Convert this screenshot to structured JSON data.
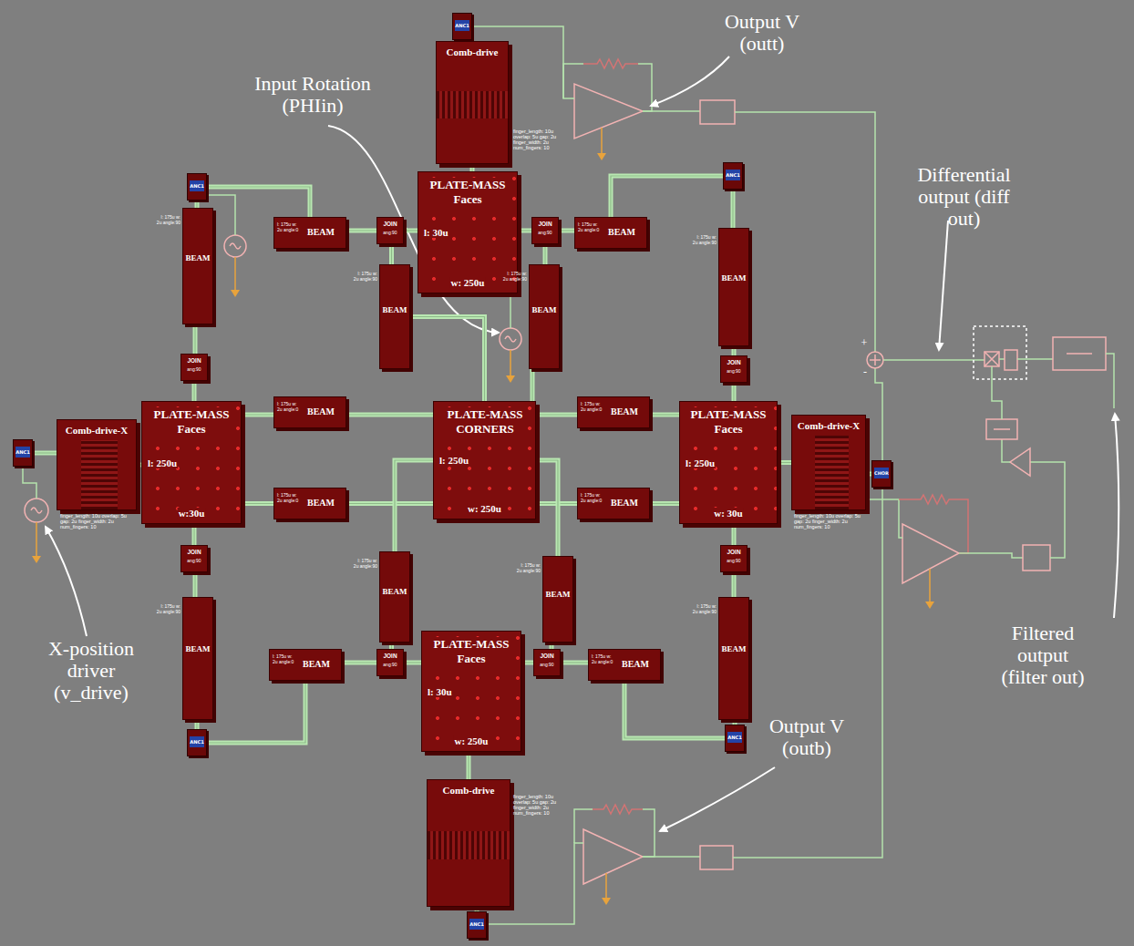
{
  "diagram": {
    "nodes": [
      {
        "text": [
          "ANC1"
        ]
      },
      {
        "text": [
          "Comb-drive",
          "finger_length: 10u overlap: 5u gap: 2u finger_width: 2u num_fingers: 10"
        ]
      },
      {
        "text": [
          "ANC1"
        ]
      },
      {
        "text": [
          "l: 175u w: 2u angle:0",
          "BEAM"
        ]
      },
      {
        "text": [
          "JOIN",
          "ang:90"
        ]
      },
      {
        "text": [
          "PLATE-MASS Faces",
          "l: 30u",
          "w: 250u"
        ]
      },
      {
        "text": [
          "JOIN",
          "ang:90"
        ]
      },
      {
        "text": [
          "l: 175u w: 2u angle:0",
          "BEAM"
        ]
      },
      {
        "text": [
          "ANC1"
        ]
      },
      {
        "text": [
          "l: 175u w: 2u angle:90",
          "BEAM"
        ]
      },
      {
        "text": [
          "l: 175u w: 2u angle:90",
          "BEAM"
        ]
      },
      {
        "text": [
          "l: 175u w: 2u angle:90",
          "BEAM"
        ]
      },
      {
        "text": [
          "l: 175u w: 2u angle:90",
          "BEAM"
        ]
      },
      {
        "text": [
          "JOIN",
          "ang:90"
        ]
      },
      {
        "text": [
          "JOIN",
          "ang:90"
        ]
      },
      {
        "text": [
          "ANC1"
        ]
      },
      {
        "text": [
          "Comb-drive-X",
          "finger_length: 10u overlap: 5u gap: 2u finger_width: 2u num_fingers: 10"
        ]
      },
      {
        "text": [
          "PLATE-MASS Faces",
          "l: 250u",
          "w:30u"
        ]
      },
      {
        "text": [
          "l: 175u w: 2u angle:0",
          "BEAM"
        ]
      },
      {
        "text": [
          "PLATE-MASS CORNERS",
          "l: 250u",
          "w: 250u"
        ]
      },
      {
        "text": [
          "l: 175u w: 2u angle:0",
          "BEAM"
        ]
      },
      {
        "text": [
          "PLATE-MASS Faces",
          "l: 250u",
          "w: 30u"
        ]
      },
      {
        "text": [
          "Comb-drive-X",
          "finger_length: 10u overlap: 5u gap: 2u finger_width: 2u num_fingers: 10"
        ]
      },
      {
        "text": [
          "CHOR"
        ]
      },
      {
        "text": [
          "l: 175u w: 2u angle:0",
          "BEAM"
        ]
      },
      {
        "text": [
          "l: 175u w: 2u angle:0",
          "BEAM"
        ]
      },
      {
        "text": [
          "JOIN",
          "ang:90"
        ]
      },
      {
        "text": [
          "JOIN",
          "ang:90"
        ]
      },
      {
        "text": [
          "l: 175u w: 2u angle:90",
          "BEAM"
        ]
      },
      {
        "text": [
          "l: 175u w: 2u angle:90",
          "BEAM"
        ]
      },
      {
        "text": [
          "l: 175u w: 2u angle:90",
          "BEAM"
        ]
      },
      {
        "text": [
          "l: 175u w: 2u angle:90",
          "BEAM"
        ]
      },
      {
        "text": [
          "l: 175u w: 2u angle:0",
          "BEAM"
        ]
      },
      {
        "text": [
          "JOIN",
          "ang:90"
        ]
      },
      {
        "text": [
          "PLATE-MASS Faces",
          "l: 30u",
          "w: 250u"
        ]
      },
      {
        "text": [
          "JOIN",
          "ang:90"
        ]
      },
      {
        "text": [
          "l: 175u w: 2u angle:0",
          "BEAM"
        ]
      },
      {
        "text": [
          "ANC1"
        ]
      },
      {
        "text": [
          "ANC1"
        ]
      },
      {
        "text": [
          "Comb-drive",
          "finger_length: 10u overlap: 5u gap: 2u finger_width: 2u num_fingers: 10"
        ]
      },
      {
        "text": [
          "ANC1"
        ]
      }
    ],
    "edges": [
      {
        "from": 0,
        "to": 1,
        "arrow": "none"
      },
      {
        "from": 1,
        "to": 5,
        "arrow": "none"
      },
      {
        "from": 2,
        "to": 3,
        "arrow": "none"
      },
      {
        "from": 2,
        "to": 9,
        "arrow": "none"
      },
      {
        "from": 3,
        "to": 4,
        "arrow": "none"
      },
      {
        "from": 4,
        "to": 5,
        "arrow": "none"
      },
      {
        "from": 5,
        "to": 6,
        "arrow": "none"
      },
      {
        "from": 6,
        "to": 7,
        "arrow": "none"
      },
      {
        "from": 8,
        "to": 7,
        "arrow": "none"
      },
      {
        "from": 8,
        "to": 12,
        "arrow": "none"
      },
      {
        "from": 4,
        "to": 10,
        "arrow": "none"
      },
      {
        "from": 6,
        "to": 11,
        "arrow": "none"
      },
      {
        "from": 10,
        "to": 19,
        "arrow": "none"
      },
      {
        "from": 11,
        "to": 19,
        "arrow": "none"
      },
      {
        "from": 9,
        "to": 13,
        "arrow": "none"
      },
      {
        "from": 13,
        "to": 17,
        "arrow": "none"
      },
      {
        "from": 12,
        "to": 14,
        "arrow": "none"
      },
      {
        "from": 14,
        "to": 21,
        "arrow": "none"
      },
      {
        "from": 15,
        "to": 16,
        "arrow": "none"
      },
      {
        "from": 16,
        "to": 17,
        "arrow": "none"
      },
      {
        "from": 17,
        "to": 18,
        "arrow": "none"
      },
      {
        "from": 18,
        "to": 19,
        "arrow": "none"
      },
      {
        "from": 19,
        "to": 20,
        "arrow": "none"
      },
      {
        "from": 20,
        "to": 21,
        "arrow": "none"
      },
      {
        "from": 17,
        "to": 24,
        "arrow": "none"
      },
      {
        "from": 24,
        "to": 19,
        "arrow": "none"
      },
      {
        "from": 19,
        "to": 25,
        "arrow": "none"
      },
      {
        "from": 25,
        "to": 21,
        "arrow": "none"
      },
      {
        "from": 21,
        "to": 22,
        "arrow": "none"
      },
      {
        "from": 22,
        "to": 23,
        "arrow": "none"
      },
      {
        "from": 17,
        "to": 26,
        "arrow": "none"
      },
      {
        "from": 26,
        "to": 30,
        "arrow": "none"
      },
      {
        "from": 30,
        "to": 37,
        "arrow": "none"
      },
      {
        "from": 21,
        "to": 27,
        "arrow": "none"
      },
      {
        "from": 27,
        "to": 31,
        "arrow": "none"
      },
      {
        "from": 31,
        "to": 38,
        "arrow": "none"
      },
      {
        "from": 19,
        "to": 28,
        "arrow": "none"
      },
      {
        "from": 19,
        "to": 29,
        "arrow": "none"
      },
      {
        "from": 28,
        "to": 33,
        "arrow": "none"
      },
      {
        "from": 29,
        "to": 35,
        "arrow": "none"
      },
      {
        "from": 37,
        "to": 32,
        "arrow": "none"
      },
      {
        "from": 32,
        "to": 33,
        "arrow": "none"
      },
      {
        "from": 33,
        "to": 34,
        "arrow": "none"
      },
      {
        "from": 34,
        "to": 35,
        "arrow": "none"
      },
      {
        "from": 35,
        "to": 36,
        "arrow": "none"
      },
      {
        "from": 38,
        "to": 36,
        "arrow": "none"
      },
      {
        "from": 34,
        "to": 39,
        "arrow": "none"
      },
      {
        "from": 39,
        "to": 40,
        "arrow": "none"
      }
    ],
    "labels": [
      "Output V (outt)",
      "Input Rotation (PHIin)",
      "Differential output (diff out)",
      "X-position driver (v_drive)",
      "Filtered output (filter out)",
      "Output V (outb)",
      "+",
      "-"
    ]
  }
}
